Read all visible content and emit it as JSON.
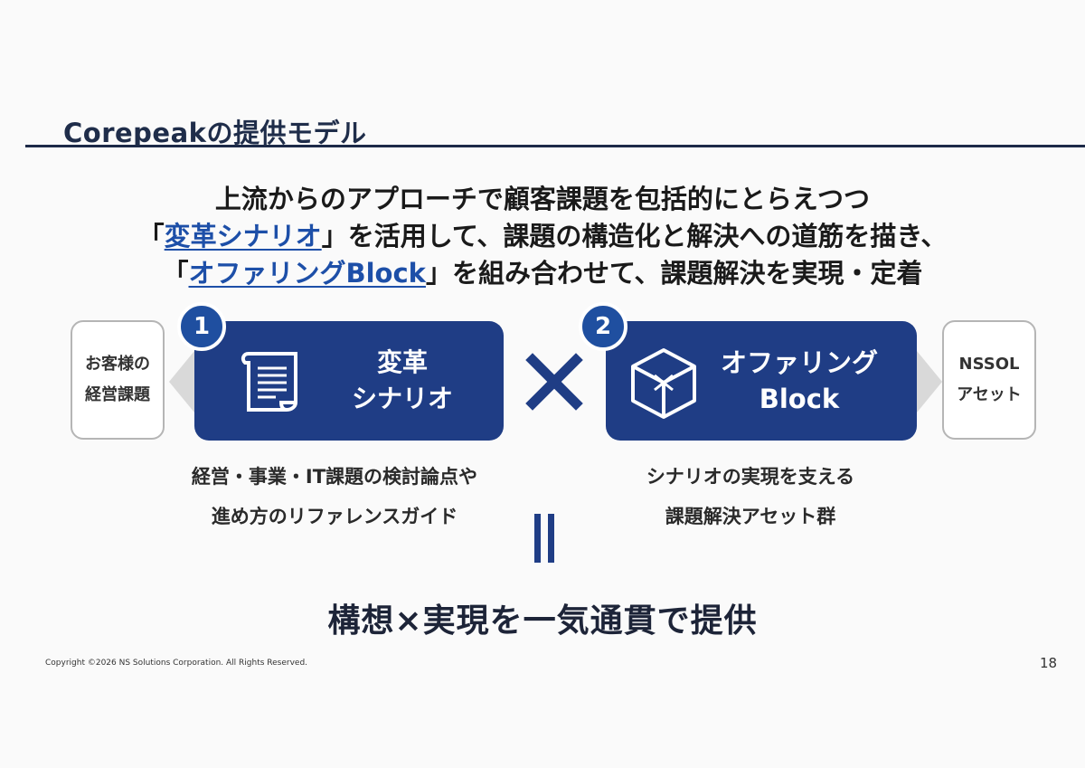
{
  "header": {
    "title": "Corepeakの提供モデル"
  },
  "lead": {
    "line1": "上流からのアプローチで顧客課題を包括的にとらえつつ",
    "line2_open": "「",
    "line2_term": "変革シナリオ",
    "line2_rest": "」を活用して、課題の構造化と解決への道筋を描き、",
    "line3_open": "「",
    "line3_term": "オファリングBlock",
    "line3_rest": "」を組み合わせて、課題解決を実現・定着"
  },
  "left_input": {
    "line1": "お客様の",
    "line2": "経営課題"
  },
  "right_input": {
    "line1": "NSSOL",
    "line2": "アセット"
  },
  "card1": {
    "number": "1",
    "line1": "変革",
    "line2": "シナリオ",
    "icon": "scroll-document-icon",
    "desc_line1": "経営・事業・IT課題の検討論点や",
    "desc_line2": "進め方のリファレンスガイド"
  },
  "card2": {
    "number": "2",
    "line1": "オファリング",
    "line2": "Block",
    "icon": "cube-block-icon",
    "desc_line1": "シナリオの実現を支える",
    "desc_line2": "課題解決アセット群"
  },
  "conclusion": "構想×実現を一気通貫で提供",
  "footer": {
    "copyright": "Copyright ©2026 NS Solutions Corporation. All Rights Reserved.",
    "page_number": "18"
  },
  "colors": {
    "card_blue": "#1f3d85",
    "badge_blue": "#1f4fa0",
    "link_blue": "#1d4fa8",
    "title_navy": "#1c2a48"
  }
}
